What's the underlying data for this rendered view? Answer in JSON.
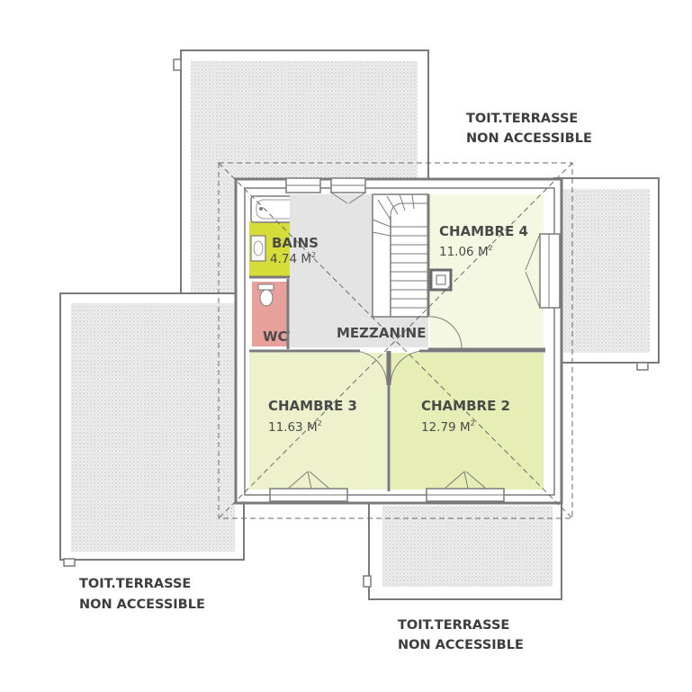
{
  "plan": {
    "rooms": {
      "chambre4": {
        "name": "CHAMBRE 4",
        "area": "11.06 M",
        "unit_sup": "2"
      },
      "bains": {
        "name": "BAINS",
        "area": "4.74 M",
        "unit_sup": "2"
      },
      "wc": {
        "name": "WC"
      },
      "mezzanine": {
        "name": "MEZZANINE"
      },
      "chambre3": {
        "name": "CHAMBRE 3",
        "area": "11.63 M",
        "unit_sup": "2"
      },
      "chambre2": {
        "name": "CHAMBRE 2",
        "area": "12.79 M",
        "unit_sup": "2"
      }
    },
    "roof_terraces": {
      "top_right": {
        "line1": "TOIT.TERRASSE",
        "line2": "NON ACCESSIBLE"
      },
      "bottom_left": {
        "line1": "TOIT.TERRASSE",
        "line2": "NON ACCESSIBLE"
      },
      "bottom_center": {
        "line1": "TOIT.TERRASSE",
        "line2": "NON ACCESSIBLE"
      }
    },
    "colors": {
      "bedroom_fill": "#eef2cc",
      "chambre4_fill": "#f5f8e0",
      "chambre2_fill": "#e6eeb6",
      "bains_fill": "#d6dc3a",
      "wc_fill": "#e8a09a",
      "circulation_fill": "#e4e4e4",
      "wall": "#7a7a7a",
      "roof_dots": "#bdbdbd"
    }
  }
}
